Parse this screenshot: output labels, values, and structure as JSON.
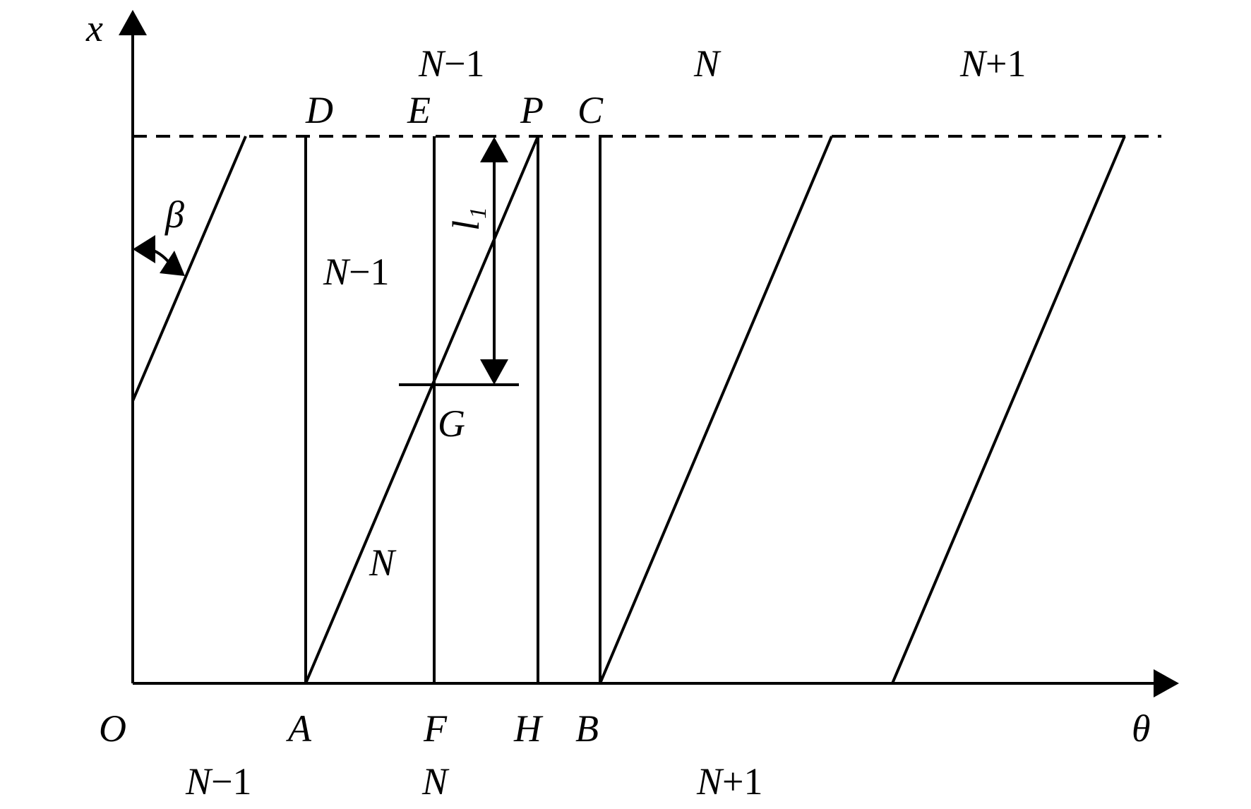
{
  "axes": {
    "x_label": "x",
    "theta_label": "θ"
  },
  "points": {
    "O": "O",
    "A": "A",
    "F": "F",
    "H": "H",
    "B": "B",
    "D": "D",
    "E": "E",
    "P": "P",
    "C": "C",
    "G": "G"
  },
  "angle": {
    "beta": "β"
  },
  "dimension": {
    "l_main": "l",
    "l_sub": "1"
  },
  "regions": {
    "top_n_minus_1": {
      "var": "N",
      "rest": "−1"
    },
    "top_n": {
      "var": "N"
    },
    "top_n_plus_1": {
      "var": "N",
      "rest": "+1"
    },
    "mid_n_minus_1": {
      "var": "N",
      "rest": "−1"
    },
    "mid_n": {
      "var": "N"
    },
    "bottom_n_minus_1": {
      "var": "N",
      "rest": "−1"
    },
    "bottom_n": {
      "var": "N"
    },
    "bottom_n_plus_1": {
      "var": "N",
      "rest": "+1"
    }
  }
}
